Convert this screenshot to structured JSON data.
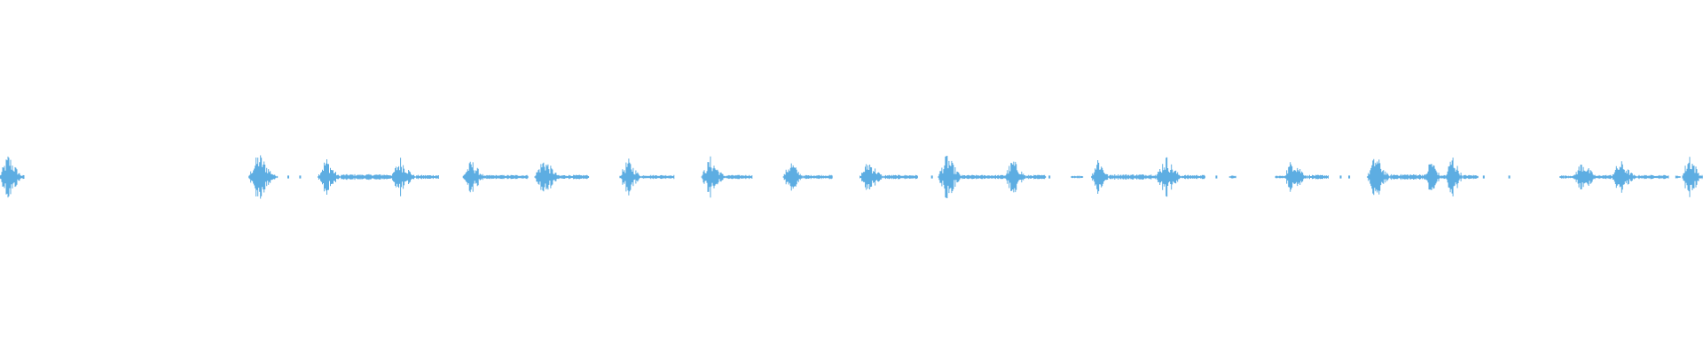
{
  "waveform": {
    "color": "#5dade2",
    "background": "#ffffff",
    "segments": [
      {
        "start": 0.0,
        "end": 0.0143,
        "amp": 0.07,
        "kind": "burst"
      },
      {
        "start": 0.1462,
        "end": 0.1633,
        "amp": 0.075,
        "kind": "burst"
      },
      {
        "start": 0.169,
        "end": 0.17,
        "amp": 0.004,
        "kind": "tick"
      },
      {
        "start": 0.176,
        "end": 0.1768,
        "amp": 0.004,
        "kind": "tick"
      },
      {
        "start": 0.1867,
        "end": 0.2005,
        "amp": 0.06,
        "kind": "burst"
      },
      {
        "start": 0.2005,
        "end": 0.23,
        "amp": 0.008,
        "kind": "tail"
      },
      {
        "start": 0.23,
        "end": 0.245,
        "amp": 0.06,
        "kind": "burst"
      },
      {
        "start": 0.245,
        "end": 0.258,
        "amp": 0.006,
        "kind": "tail"
      },
      {
        "start": 0.272,
        "end": 0.286,
        "amp": 0.052,
        "kind": "burst"
      },
      {
        "start": 0.286,
        "end": 0.31,
        "amp": 0.006,
        "kind": "tail"
      },
      {
        "start": 0.314,
        "end": 0.33,
        "amp": 0.06,
        "kind": "burst"
      },
      {
        "start": 0.33,
        "end": 0.346,
        "amp": 0.006,
        "kind": "tail"
      },
      {
        "start": 0.364,
        "end": 0.378,
        "amp": 0.055,
        "kind": "burst"
      },
      {
        "start": 0.378,
        "end": 0.396,
        "amp": 0.006,
        "kind": "tail"
      },
      {
        "start": 0.412,
        "end": 0.427,
        "amp": 0.06,
        "kind": "burst"
      },
      {
        "start": 0.427,
        "end": 0.442,
        "amp": 0.006,
        "kind": "tail"
      },
      {
        "start": 0.46,
        "end": 0.473,
        "amp": 0.05,
        "kind": "burst"
      },
      {
        "start": 0.473,
        "end": 0.489,
        "amp": 0.006,
        "kind": "tail"
      },
      {
        "start": 0.505,
        "end": 0.52,
        "amp": 0.052,
        "kind": "burst"
      },
      {
        "start": 0.52,
        "end": 0.539,
        "amp": 0.006,
        "kind": "tail"
      },
      {
        "start": 0.547,
        "end": 0.548,
        "amp": 0.004,
        "kind": "tick"
      },
      {
        "start": 0.551,
        "end": 0.566,
        "amp": 0.07,
        "kind": "burst"
      },
      {
        "start": 0.566,
        "end": 0.59,
        "amp": 0.006,
        "kind": "tail"
      },
      {
        "start": 0.59,
        "end": 0.604,
        "amp": 0.055,
        "kind": "burst"
      },
      {
        "start": 0.604,
        "end": 0.614,
        "amp": 0.006,
        "kind": "tail"
      },
      {
        "start": 0.616,
        "end": 0.617,
        "amp": 0.004,
        "kind": "tick"
      },
      {
        "start": 0.629,
        "end": 0.636,
        "amp": 0.004,
        "kind": "tail"
      },
      {
        "start": 0.641,
        "end": 0.652,
        "amp": 0.065,
        "kind": "burst"
      },
      {
        "start": 0.652,
        "end": 0.679,
        "amp": 0.008,
        "kind": "tail"
      },
      {
        "start": 0.679,
        "end": 0.695,
        "amp": 0.065,
        "kind": "burst"
      },
      {
        "start": 0.695,
        "end": 0.708,
        "amp": 0.006,
        "kind": "tail"
      },
      {
        "start": 0.714,
        "end": 0.715,
        "amp": 0.004,
        "kind": "tick"
      },
      {
        "start": 0.722,
        "end": 0.726,
        "amp": 0.004,
        "kind": "tail"
      },
      {
        "start": 0.749,
        "end": 0.754,
        "amp": 0.004,
        "kind": "tail"
      },
      {
        "start": 0.754,
        "end": 0.769,
        "amp": 0.06,
        "kind": "burst"
      },
      {
        "start": 0.769,
        "end": 0.78,
        "amp": 0.006,
        "kind": "tail"
      },
      {
        "start": 0.787,
        "end": 0.788,
        "amp": 0.004,
        "kind": "tick"
      },
      {
        "start": 0.792,
        "end": 0.793,
        "amp": 0.004,
        "kind": "tick"
      },
      {
        "start": 0.803,
        "end": 0.817,
        "amp": 0.07,
        "kind": "burst"
      },
      {
        "start": 0.817,
        "end": 0.837,
        "amp": 0.008,
        "kind": "tail"
      },
      {
        "start": 0.837,
        "end": 0.847,
        "amp": 0.06,
        "kind": "burst"
      },
      {
        "start": 0.847,
        "end": 0.849,
        "amp": 0.006,
        "kind": "tail"
      },
      {
        "start": 0.849,
        "end": 0.86,
        "amp": 0.07,
        "kind": "burst"
      },
      {
        "start": 0.86,
        "end": 0.868,
        "amp": 0.006,
        "kind": "tail"
      },
      {
        "start": 0.871,
        "end": 0.872,
        "amp": 0.004,
        "kind": "tick"
      },
      {
        "start": 0.886,
        "end": 0.887,
        "amp": 0.004,
        "kind": "tick"
      },
      {
        "start": 0.916,
        "end": 0.924,
        "amp": 0.005,
        "kind": "tail"
      },
      {
        "start": 0.924,
        "end": 0.939,
        "amp": 0.05,
        "kind": "burst"
      },
      {
        "start": 0.939,
        "end": 0.946,
        "amp": 0.006,
        "kind": "tail"
      },
      {
        "start": 0.946,
        "end": 0.962,
        "amp": 0.05,
        "kind": "burst"
      },
      {
        "start": 0.962,
        "end": 0.98,
        "amp": 0.006,
        "kind": "tail"
      },
      {
        "start": 0.984,
        "end": 0.987,
        "amp": 0.004,
        "kind": "tail"
      },
      {
        "start": 0.988,
        "end": 1.0,
        "amp": 0.075,
        "kind": "burst"
      }
    ]
  }
}
